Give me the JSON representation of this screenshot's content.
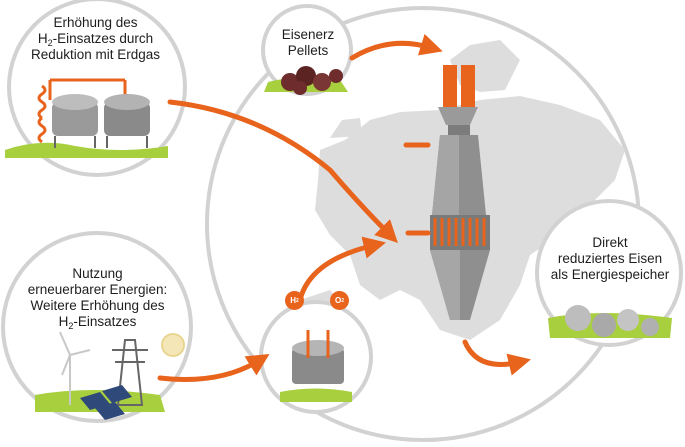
{
  "labels": {
    "h2_reduction": {
      "line1": "Erhöhung des",
      "line2_prefix": "H",
      "line2_sub": "2",
      "line2_suffix": "-Einsatzes durch",
      "line3": "Reduktion mit Erdgas"
    },
    "iron_ore": {
      "line1": "Eisenerz",
      "line2": "Pellets"
    },
    "renewables": {
      "line1": "Nutzung",
      "line2": "erneuerbarer Energien:",
      "line3": "Weitere Erhöhung des",
      "line4_prefix": "H",
      "line4_sub": "2",
      "line4_suffix": "-Einsatzes"
    },
    "dri": {
      "line1": "Direkt",
      "line2": "reduziertes Eisen",
      "line3": "als Energiespeicher"
    }
  },
  "chem_badges": {
    "hydrogen": {
      "symbol": "H",
      "sub": "2"
    },
    "oxygen": {
      "symbol": "O",
      "sub": "2"
    }
  },
  "colors": {
    "arrow_orange": "#e8631c",
    "circle_gray": "#d2d2d2",
    "europe_gray": "#dddddd",
    "grass_green": "#a7cf3e",
    "tank_gray": "#9a9a9a",
    "pellet_brown": "#6e2c2c",
    "furnace_gray": "#8f8f8f"
  },
  "icons": {
    "gas_plant": "gas-tanks-icon",
    "pellets": "iron-ore-pellets-icon",
    "renewables": "wind-solar-pylon-icon",
    "electrolyzer": "electrolyzer-icon",
    "shaft_furnace": "shaft-furnace-icon",
    "dri_pellets": "direct-reduced-iron-icon",
    "sun": "sun-icon"
  }
}
